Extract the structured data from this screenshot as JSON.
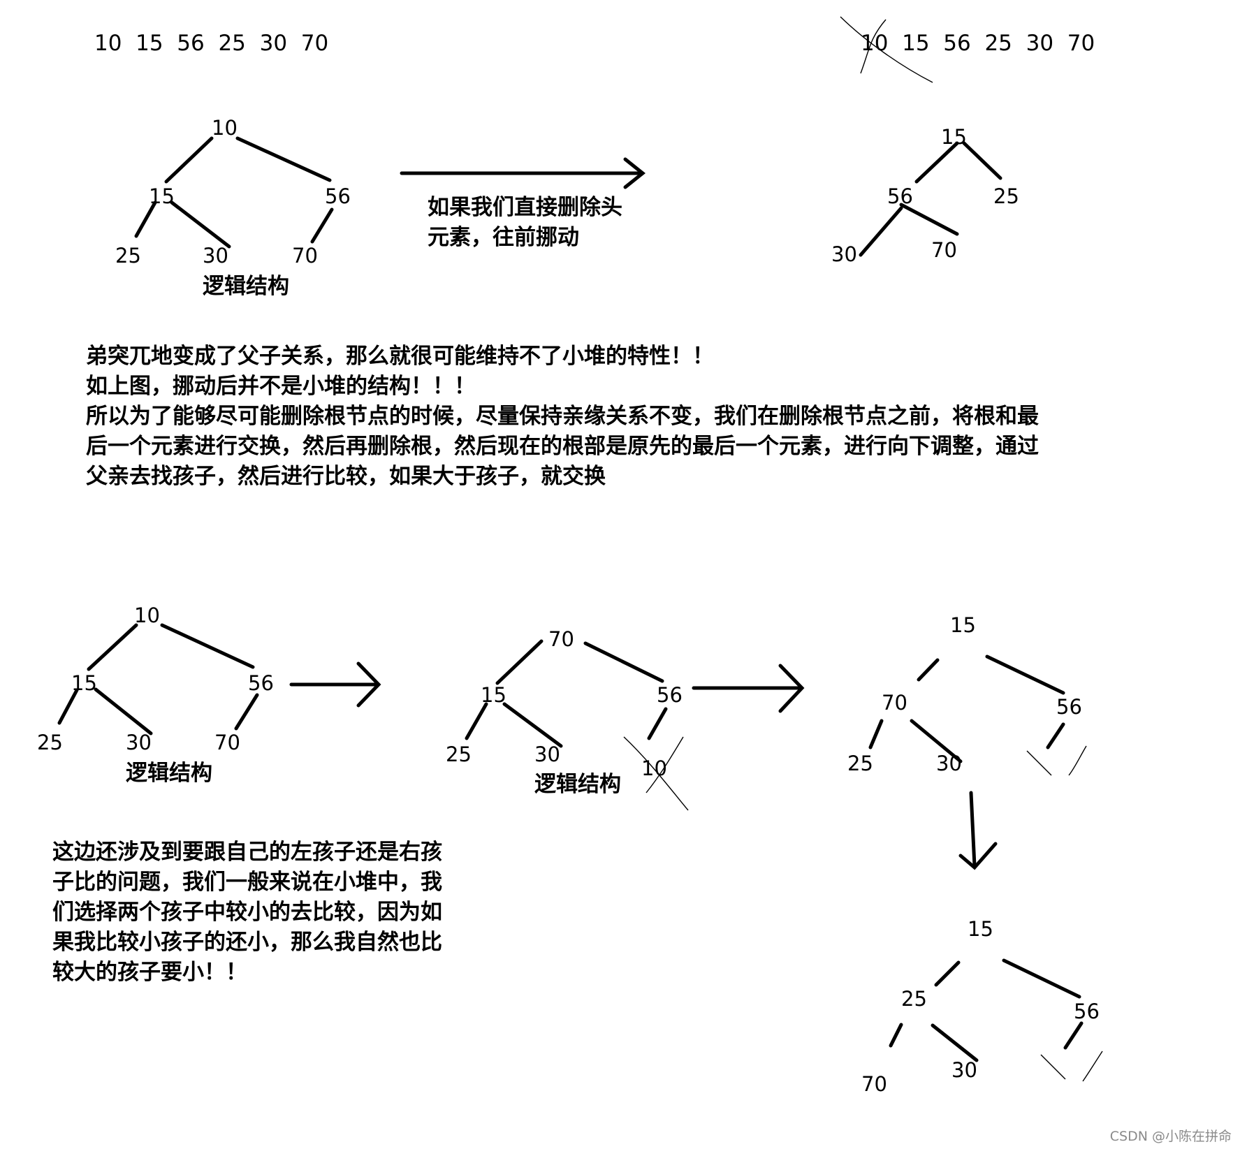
{
  "sequence_top_left": "10  15  56  25  30  70",
  "sequence_top_right": "10  15  56  25  30  70",
  "caption_logic": "逻辑结构",
  "arrow_note": [
    "如果我们直接删除头",
    "元素，往前挪动"
  ],
  "explanation": [
    "弟突兀地变成了父子关系，那么就很可能维持不了小堆的特性！！",
    "如上图，挪动后并不是小堆的结构！！！",
    "所以为了能够尽可能删除根节点的时候，尽量保持亲缘关系不变，我们在删除根节点之前，将根和最",
    "后一个元素进行交换，然后再删除根，然后现在的根部是原先的最后一个元素，进行向下调整，通过",
    "父亲去找孩子，然后进行比较，如果大于孩子，就交换"
  ],
  "note_bottom": [
    "这边还涉及到要跟自己的左孩子还是右孩",
    "子比的问题，我们一般来说在小堆中，我",
    "们选择两个孩子中较小的去比较，因为如",
    "果我比较小孩子的还小，那么我自然也比",
    "较大的孩子要小！！"
  ],
  "trees": {
    "t1": [
      "10",
      "15",
      "56",
      "25",
      "30",
      "70"
    ],
    "t2": [
      "15",
      "56",
      "25",
      "30",
      "70"
    ],
    "t3": [
      "10",
      "15",
      "56",
      "25",
      "30",
      "70"
    ],
    "t4": [
      "70",
      "15",
      "56",
      "25",
      "30",
      "10"
    ],
    "t5": [
      "15",
      "70",
      "56",
      "25",
      "30"
    ],
    "t6": [
      "15",
      "25",
      "56",
      "70",
      "30"
    ]
  },
  "watermark": "CSDN @小陈在拼命"
}
